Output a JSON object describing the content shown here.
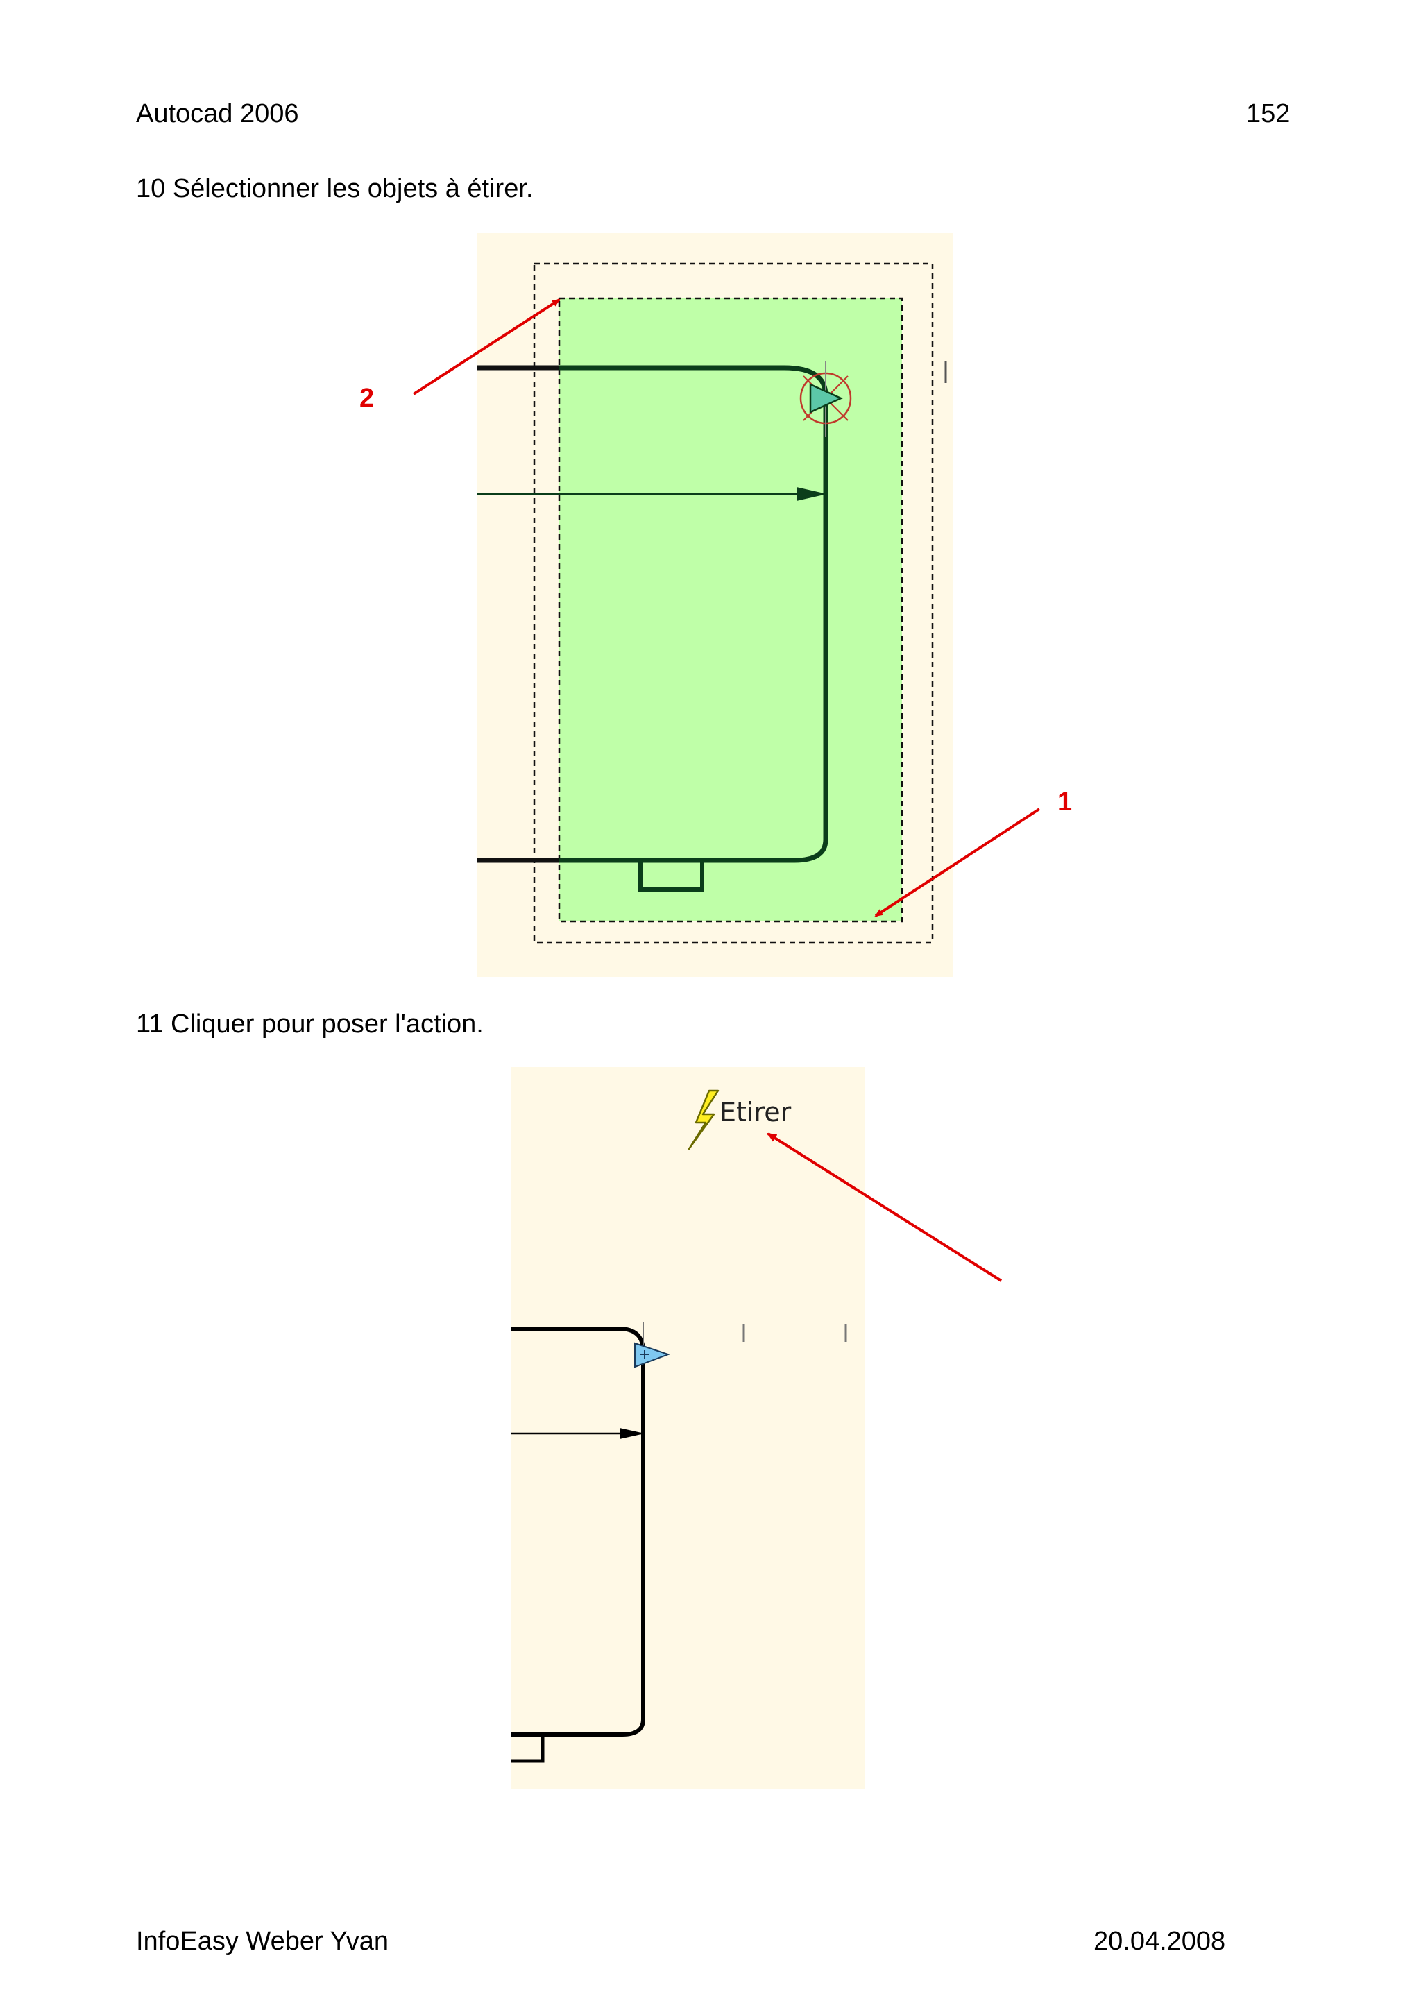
{
  "header": {
    "title": "Autocad 2006",
    "page_number": "152"
  },
  "steps": [
    {
      "text": "10 Sélectionner les objets à étirer."
    },
    {
      "text": "11 Cliquer pour poser l'action."
    }
  ],
  "figure1": {
    "callout_1": "1",
    "callout_2": "2"
  },
  "figure2": {
    "tooltip_label": "Etirer",
    "tooltip_icon": "lightning-bolt-icon"
  },
  "colors": {
    "canvas_bg": "#fff9e6",
    "selection_fill": "#bfffa8",
    "geometry": "#0b3d1a",
    "callout_red": "#e00000",
    "grip_blue": "#7fc8f0",
    "bolt_yellow": "#ffee22"
  },
  "footer": {
    "author": "InfoEasy Weber Yvan",
    "date": "20.04.2008"
  }
}
